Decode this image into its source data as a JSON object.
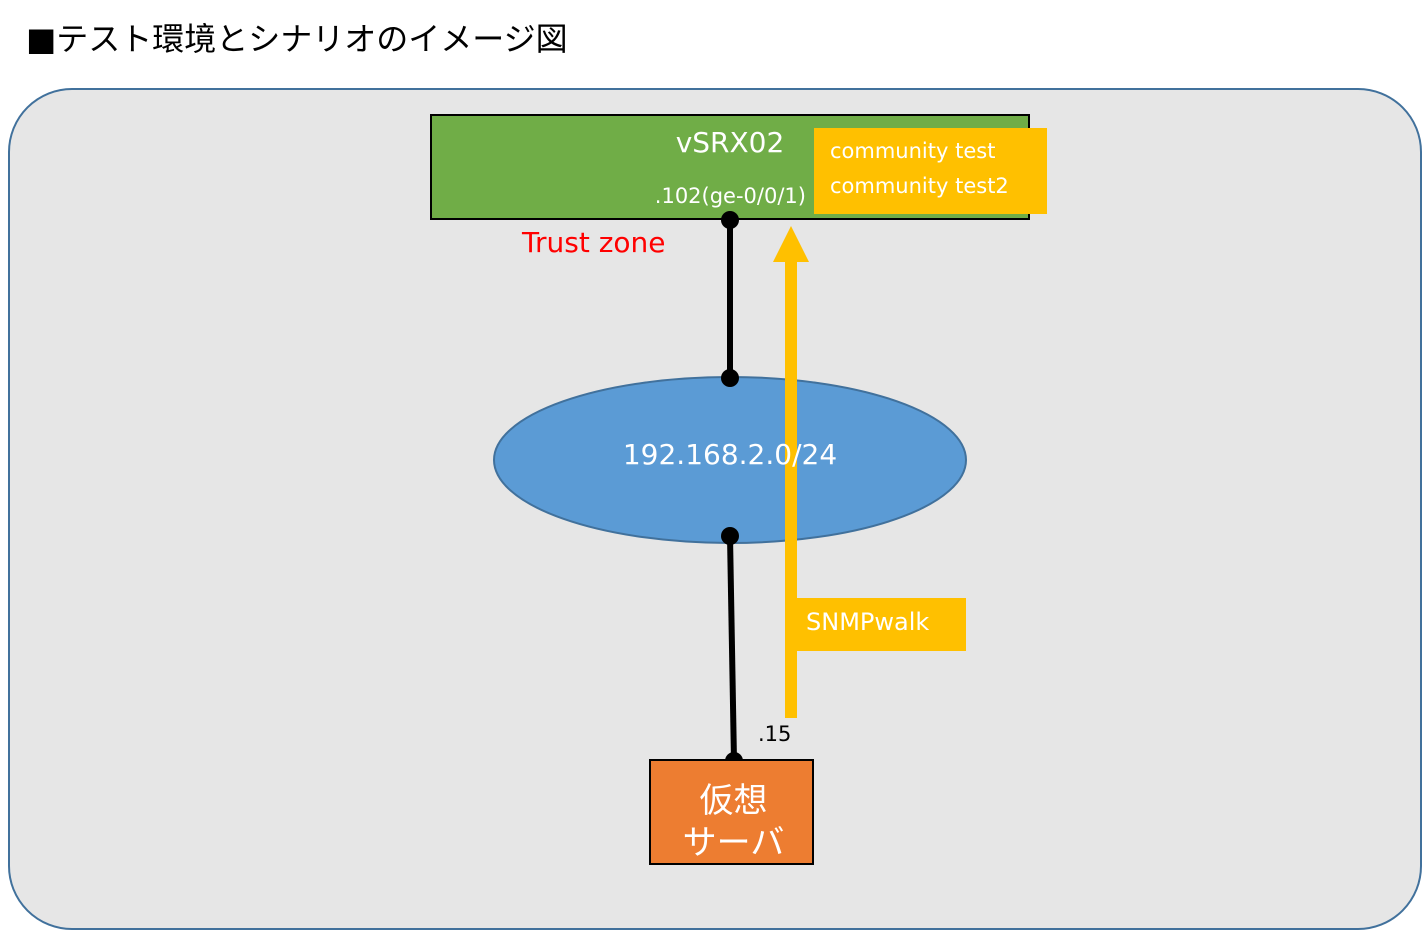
{
  "title": "■テスト環境とシナリオのイメージ図",
  "firewall": {
    "name": "vSRX02",
    "interface": ".102(ge-0/0/1)",
    "communities": [
      "community test",
      "community test2"
    ],
    "zone": "Trust zone"
  },
  "network": {
    "subnet": "192.168.2.0/24"
  },
  "flow": {
    "label": "SNMPwalk"
  },
  "server": {
    "line1": "仮想",
    "line2": "サーバ",
    "interface": ".15"
  },
  "colors": {
    "frame_fill": "#e6e6e6",
    "frame_border": "#41719c",
    "firewall_fill": "#70ad47",
    "community_fill": "#ffc000",
    "network_fill": "#5b9bd5",
    "network_border": "#41719c",
    "server_fill": "#ed7d31",
    "arrow": "#ffc000",
    "zone_text": "#ff0000"
  }
}
